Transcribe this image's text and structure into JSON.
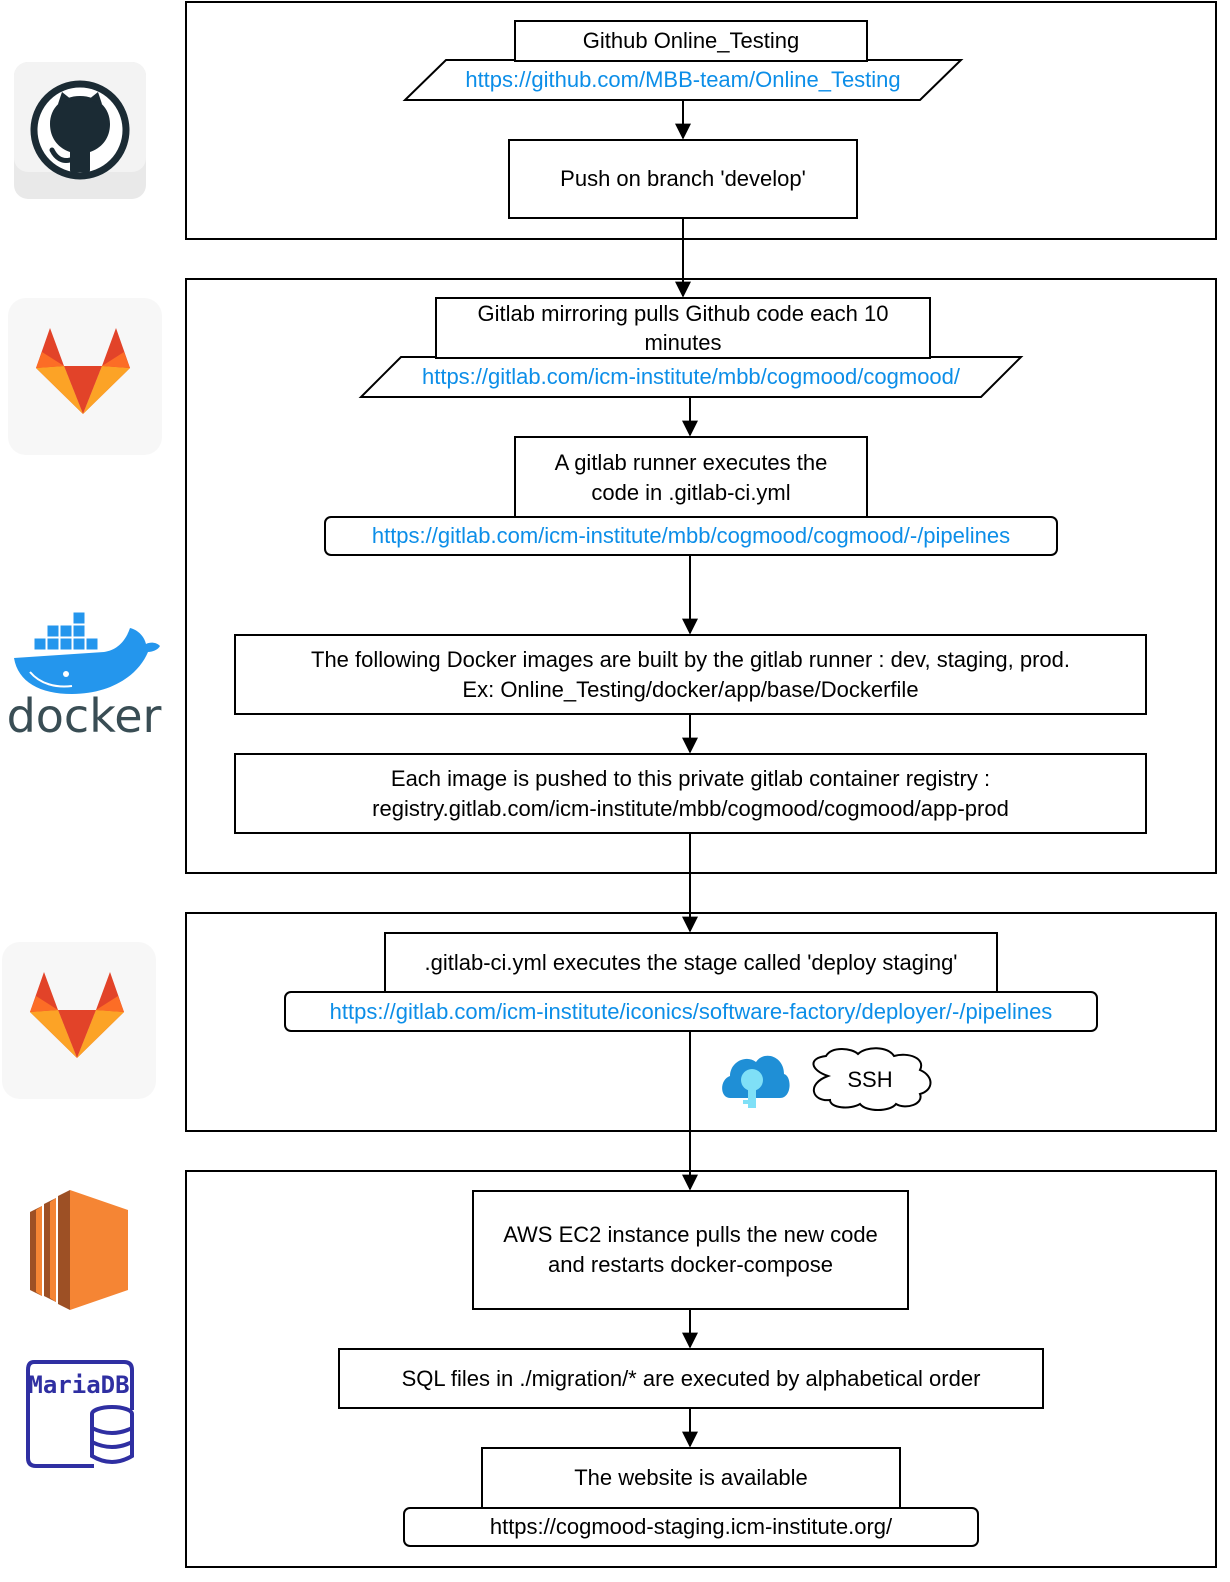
{
  "sections": {
    "github": {
      "title": "Github Online_Testing",
      "url": "https://github.com/MBB-team/Online_Testing",
      "step": "Push on branch 'develop'"
    },
    "gitlab_build": {
      "mirror_line1": "Gitlab mirroring pulls Github code each 10",
      "mirror_line2": "minutes",
      "mirror_url": "https://gitlab.com/icm-institute/mbb/cogmood/cogmood/",
      "runner_line1": "A gitlab runner executes the",
      "runner_line2": "code in .gitlab-ci.yml",
      "pipelines_url": "https://gitlab.com/icm-institute/mbb/cogmood/cogmood/-/pipelines",
      "docker_line1": "The following Docker images are built by the gitlab runner : dev, staging, prod.",
      "docker_line2": "Ex: Online_Testing/docker/app/base/Dockerfile",
      "registry_line1": "Each image is pushed to this private gitlab container registry :",
      "registry_line2": "registry.gitlab.com/icm-institute/mbb/cogmood/cogmood/app-prod"
    },
    "deploy": {
      "stage_text": ".gitlab-ci.yml executes the stage called 'deploy staging'",
      "deployer_url": "https://gitlab.com/icm-institute/iconics/software-factory/deployer/-/pipelines",
      "ssh_label": "SSH"
    },
    "aws": {
      "ec2_line1": "AWS EC2 instance pulls the new code",
      "ec2_line2": "and restarts docker-compose",
      "sql_text": "SQL files in ./migration/* are executed by alphabetical order",
      "website_text": "The website is available",
      "website_url": "https://cogmood-staging.icm-institute.org/"
    }
  },
  "logos": {
    "github": "github-logo-icon",
    "gitlab": "gitlab-logo-icon",
    "docker": "docker-logo-icon",
    "docker_wordmark": "docker",
    "aws_ec2": "aws-ec2-icon",
    "mariadb": "mariadb-logo-icon",
    "mariadb_wordmark": "MariaDB",
    "key_vault": "key-vault-icon"
  },
  "colors": {
    "link": "#0c8ee8",
    "gitlab_orange": "#fc6d26",
    "docker_blue": "#2496ed",
    "aws_orange": "#f58534",
    "mariadb_blue": "#2f2fa2"
  }
}
